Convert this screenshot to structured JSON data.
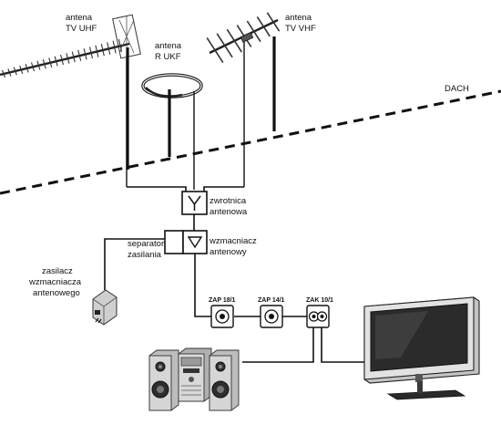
{
  "labels": {
    "uhf_line1": "antena",
    "uhf_line2": "TV  UHF",
    "ukf_line1": "antena",
    "ukf_line2": "R UKF",
    "vhf_line1": "antena",
    "vhf_line2": "TV VHF",
    "roof": "DACH",
    "combiner_line1": "zwrotnica",
    "combiner_line2": "antenowa",
    "separator_line1": "separator",
    "separator_line2": "zasilania",
    "amp_line1": "wzmacniacz",
    "amp_line2": "antenowy",
    "psu_line1": "zasilacz",
    "psu_line2": "wzmacniacza",
    "psu_line3": "antenowego",
    "socket1": "ZAP 18/1",
    "socket2": "ZAP 14/1",
    "socket3": "ZAK 10/1"
  },
  "colors": {
    "line": "#111111",
    "device_light": "#d9d9d9",
    "device_mid": "#a8a8a8",
    "device_dark": "#3a3a3a",
    "screen": "#2b2b2b"
  }
}
